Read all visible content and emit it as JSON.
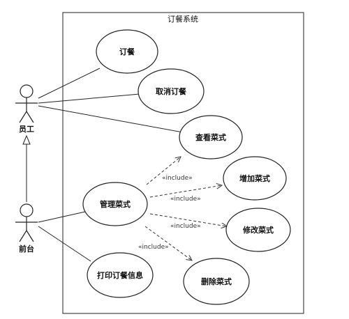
{
  "system": {
    "title": "订餐系统"
  },
  "actors": {
    "staff": {
      "label": "员工"
    },
    "front_desk": {
      "label": "前台"
    }
  },
  "use_cases": {
    "order": "订餐",
    "cancel_order": "取消订餐",
    "view_menu": "查看菜式",
    "manage_menu": "管理菜式",
    "add_menu": "增加菜式",
    "edit_menu": "修改菜式",
    "delete_menu": "删除菜式",
    "print_order": "打印订餐信息"
  },
  "relations": {
    "include_view": "«include»",
    "include_add": "«include»",
    "include_edit": "«include»",
    "include_delete": "«include»"
  }
}
